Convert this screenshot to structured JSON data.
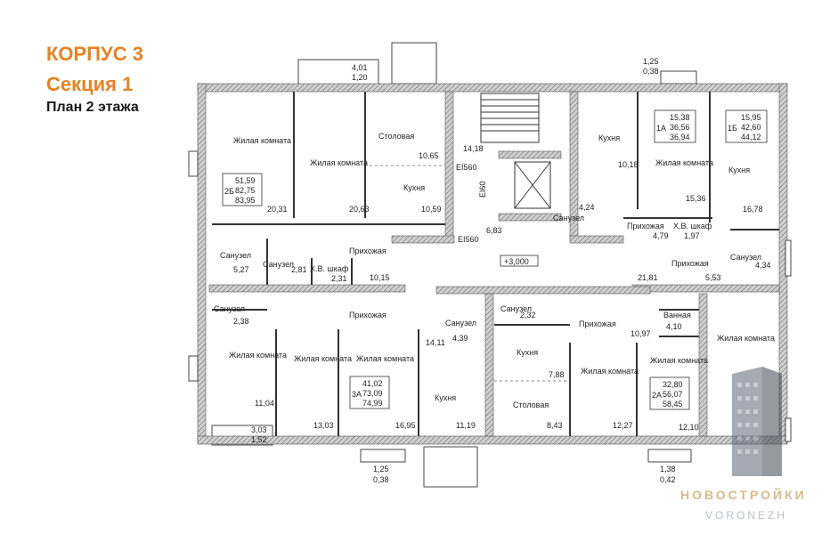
{
  "header": {
    "building": "КОРПУС 3",
    "section": "Секция 1",
    "plan": "План 2 этажа"
  },
  "colors": {
    "accent": "#e8821f",
    "wall": "#9a9a9a",
    "ink": "#222222"
  },
  "rooms": {
    "living_a1": "Жилая комната",
    "living_a2": "Жилая комната",
    "dining_a": "Столовая",
    "kitchen_a": "Кухня",
    "kitchen_b": "Кухня",
    "living_b": "Жилая комната",
    "kitchen_c": "Кухня",
    "bath_a": "Санузел",
    "bath_a2": "Санузел",
    "wardrobe_a": "Х.В. шкаф",
    "hall_a": "Прихожая",
    "bath_b": "Санузел",
    "hall_b": "Прихожая",
    "wardrobe_b": "Х.В. шкаф",
    "hall_c": "Прихожая",
    "bath_c": "Санузел",
    "bath_d": "Санузел",
    "hall_d": "Прихожая",
    "living_d1": "Жилая комната",
    "living_d2": "Жилая комната",
    "living_d3": "Жилая комната",
    "bath_e": "Санузел",
    "kitchen_e": "Кухня",
    "bath_f": "Санузел",
    "hall_f": "Прихожая",
    "kitchen_f": "Кухня",
    "dining_f": "Столовая",
    "living_f": "Жилая комната",
    "living_g": "Жилая комната",
    "bathroom_g": "Ванная",
    "living_h": "Жилая комната"
  },
  "areas": {
    "a1": "20,31",
    "a2": "20,63",
    "a3": "10,65",
    "a4": "10,59",
    "a5": "14,18",
    "a6": "10,18",
    "a7": "4,24",
    "a8": "15,36",
    "a9": "16,78",
    "a10": "6,83",
    "a11": "4,79",
    "a12": "1,97",
    "a13": "5,27",
    "a14": "2,81",
    "a15": "2,31",
    "a16": "10,15",
    "a17": "21,81",
    "a18": "4,34",
    "a19": "5,53",
    "a20": "2,38",
    "a21": "14,11",
    "a22": "4,39",
    "a23": "2,32",
    "a24": "10,97",
    "a25": "4,10",
    "a26": "7,88",
    "a27": "11,04",
    "a28": "13,03",
    "a29": "16,95",
    "a30": "11,19",
    "a31": "8,43",
    "a32": "12,27",
    "a33": "12,10"
  },
  "apartments": [
    {
      "type": "2Б",
      "values": [
        "51,59",
        "82,75",
        "83,95"
      ]
    },
    {
      "type": "1А",
      "values": [
        "15,38",
        "36,56",
        "36,94"
      ]
    },
    {
      "type": "1Б",
      "values": [
        "15,95",
        "42,60",
        "44,12"
      ]
    },
    {
      "type": "3А",
      "values": [
        "41,02",
        "73,09",
        "74,99"
      ]
    },
    {
      "type": "2А",
      "values": [
        "32,80",
        "56,07",
        "58,45"
      ]
    }
  ],
  "balconies": {
    "top_left_1": "4,01",
    "top_left_2": "1,20",
    "top_right_1": "1,25",
    "top_right_2": "0,38",
    "bottom_left_1": "3,03",
    "bottom_left_2": "1,52",
    "bottom_mid_1": "1,25",
    "bottom_mid_2": "0,38",
    "bottom_right_1": "1,38",
    "bottom_right_2": "0,42"
  },
  "elevation": "+3,000",
  "fire_labels": {
    "f1": "EI560",
    "f2": "EI60",
    "f3": "EI560"
  },
  "watermark": {
    "line1": "НОВОСТРОЙКИ",
    "line2": "VORONEZH"
  }
}
